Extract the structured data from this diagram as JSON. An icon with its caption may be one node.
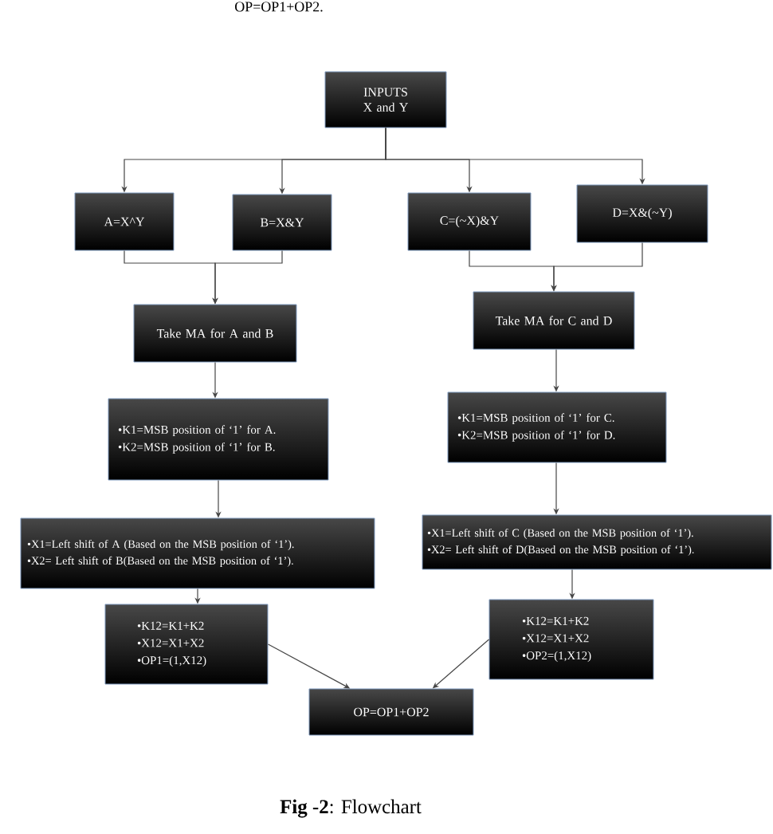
{
  "diagram": {
    "caption": "**Fig -2**: Flowchart",
    "nodes": [
      {
        "text": [
          "INPUTS X and Y"
        ]
      },
      {
        "text": [
          "A=X^Y"
        ]
      },
      {
        "text": [
          "B=X&Y"
        ]
      },
      {
        "text": [
          "C=(~X)&Y"
        ]
      },
      {
        "text": [
          "D=X&(~Y)"
        ]
      },
      {
        "text": [
          "Take MA for A and B"
        ]
      },
      {
        "text": [
          "Take MA for C and D"
        ]
      },
      {
        "text": [
          "•K1=MSB position of ‘1’ for A.",
          "•K2=MSB position of ‘1’ for B."
        ]
      },
      {
        "text": [
          "•K1=MSB position of ‘1’ for C.",
          "•K2=MSB position of ‘1’ for D."
        ]
      },
      {
        "text": [
          "•X1=Left shift of A (Based on the MSB position of ‘1’).",
          "•X2= Left shift of B(Based on the MSB position of ‘1’)."
        ]
      },
      {
        "text": [
          "•X1=Left shift of C (Based on the MSB position of ‘1’).",
          "•X2= Left shift of D(Based on the MSB position of ‘1’)."
        ]
      },
      {
        "text": [
          "•K12=K1+K2",
          "•X12=X1+X2",
          "•OP1=(1,X12)"
        ]
      },
      {
        "text": [
          "•K12=K1+K2",
          "•X12=X1+X2",
          "•OP2=(1,X12)"
        ]
      },
      {
        "text": [
          "OP=OP1+OP2"
        ]
      }
    ],
    "edges": [
      {
        "from": 0,
        "to": 1,
        "arrow": "to"
      },
      {
        "from": 0,
        "to": 2,
        "arrow": "to"
      },
      {
        "from": 0,
        "to": 3,
        "arrow": "to"
      },
      {
        "from": 0,
        "to": 4,
        "arrow": "to"
      },
      {
        "from": 1,
        "to": 5,
        "arrow": "to"
      },
      {
        "from": 2,
        "to": 5,
        "arrow": "to"
      },
      {
        "from": 3,
        "to": 6,
        "arrow": "to"
      },
      {
        "from": 4,
        "to": 6,
        "arrow": "to"
      },
      {
        "from": 5,
        "to": 7,
        "arrow": "to"
      },
      {
        "from": 6,
        "to": 8,
        "arrow": "to"
      },
      {
        "from": 7,
        "to": 9,
        "arrow": "to"
      },
      {
        "from": 8,
        "to": 10,
        "arrow": "to"
      },
      {
        "from": 9,
        "to": 11,
        "arrow": "to"
      },
      {
        "from": 10,
        "to": 12,
        "arrow": "to"
      },
      {
        "from": 11,
        "to": 13,
        "arrow": "to"
      },
      {
        "from": 12,
        "to": 13,
        "arrow": "to"
      }
    ],
    "labels": [
      "OP=OP1+OP2."
    ]
  }
}
